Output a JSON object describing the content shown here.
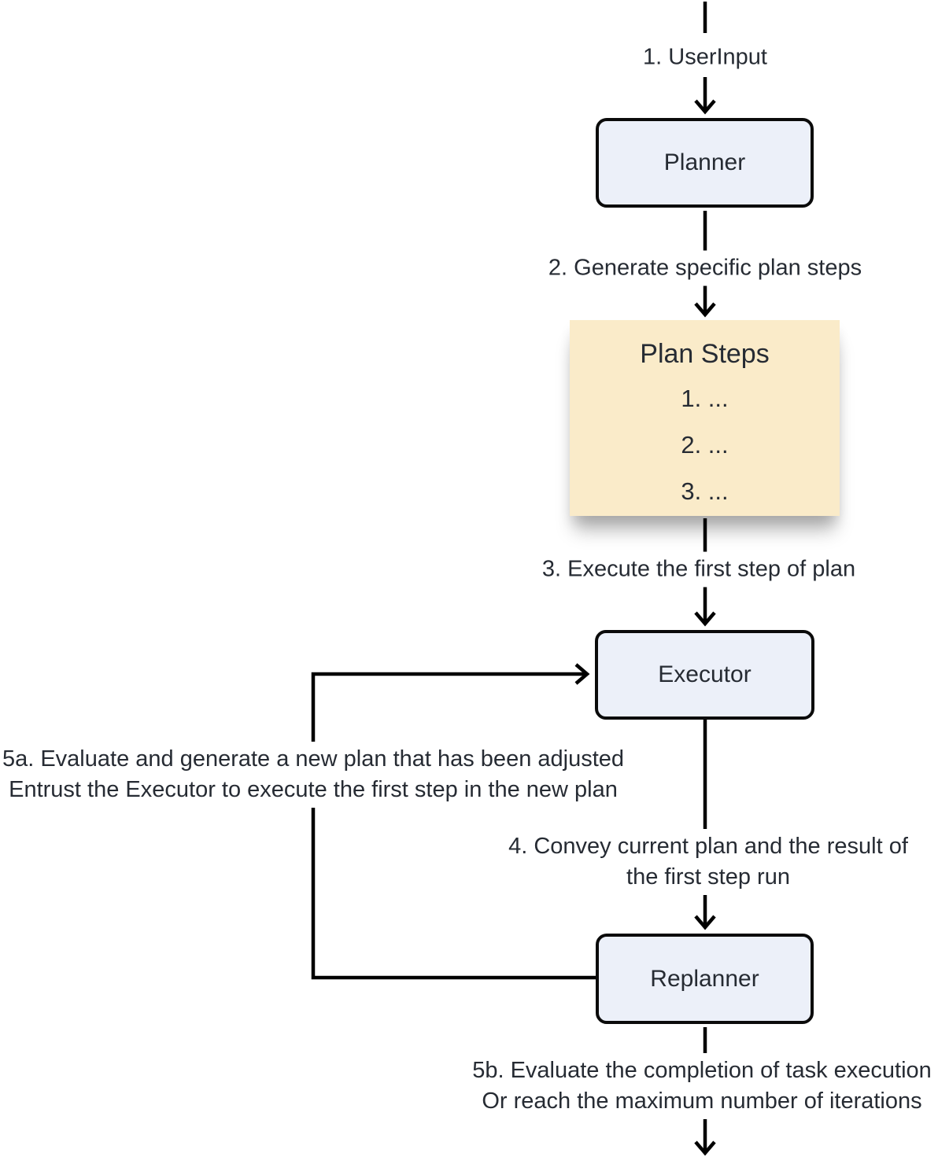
{
  "diagram": {
    "nodes": {
      "planner": {
        "label": "Planner"
      },
      "executor": {
        "label": "Executor"
      },
      "replanner": {
        "label": "Replanner"
      },
      "plan_steps": {
        "title": "Plan Steps",
        "items": [
          "1. ...",
          "2. ...",
          "3. ..."
        ]
      }
    },
    "edge_labels": {
      "step1": "1. UserInput",
      "step2": "2. Generate specific plan steps",
      "step3": "3. Execute the first step of plan",
      "step4_line1": "4. Convey current plan and the result of",
      "step4_line2": "the first step run",
      "step5a_line1": "5a. Evaluate and generate a new plan that has been adjusted",
      "step5a_line2": "Entrust the Executor to execute the first step in the new plan",
      "step5b_line1": "5b. Evaluate the completion of task execution",
      "step5b_line2": "Or reach the maximum number of iterations"
    },
    "colors": {
      "node_fill": "#ECF0F9",
      "node_border": "#0B0B0B",
      "note_fill": "#FAEBC9",
      "line": "#000000",
      "text": "#262B33",
      "background": "#FFFFFF"
    }
  }
}
